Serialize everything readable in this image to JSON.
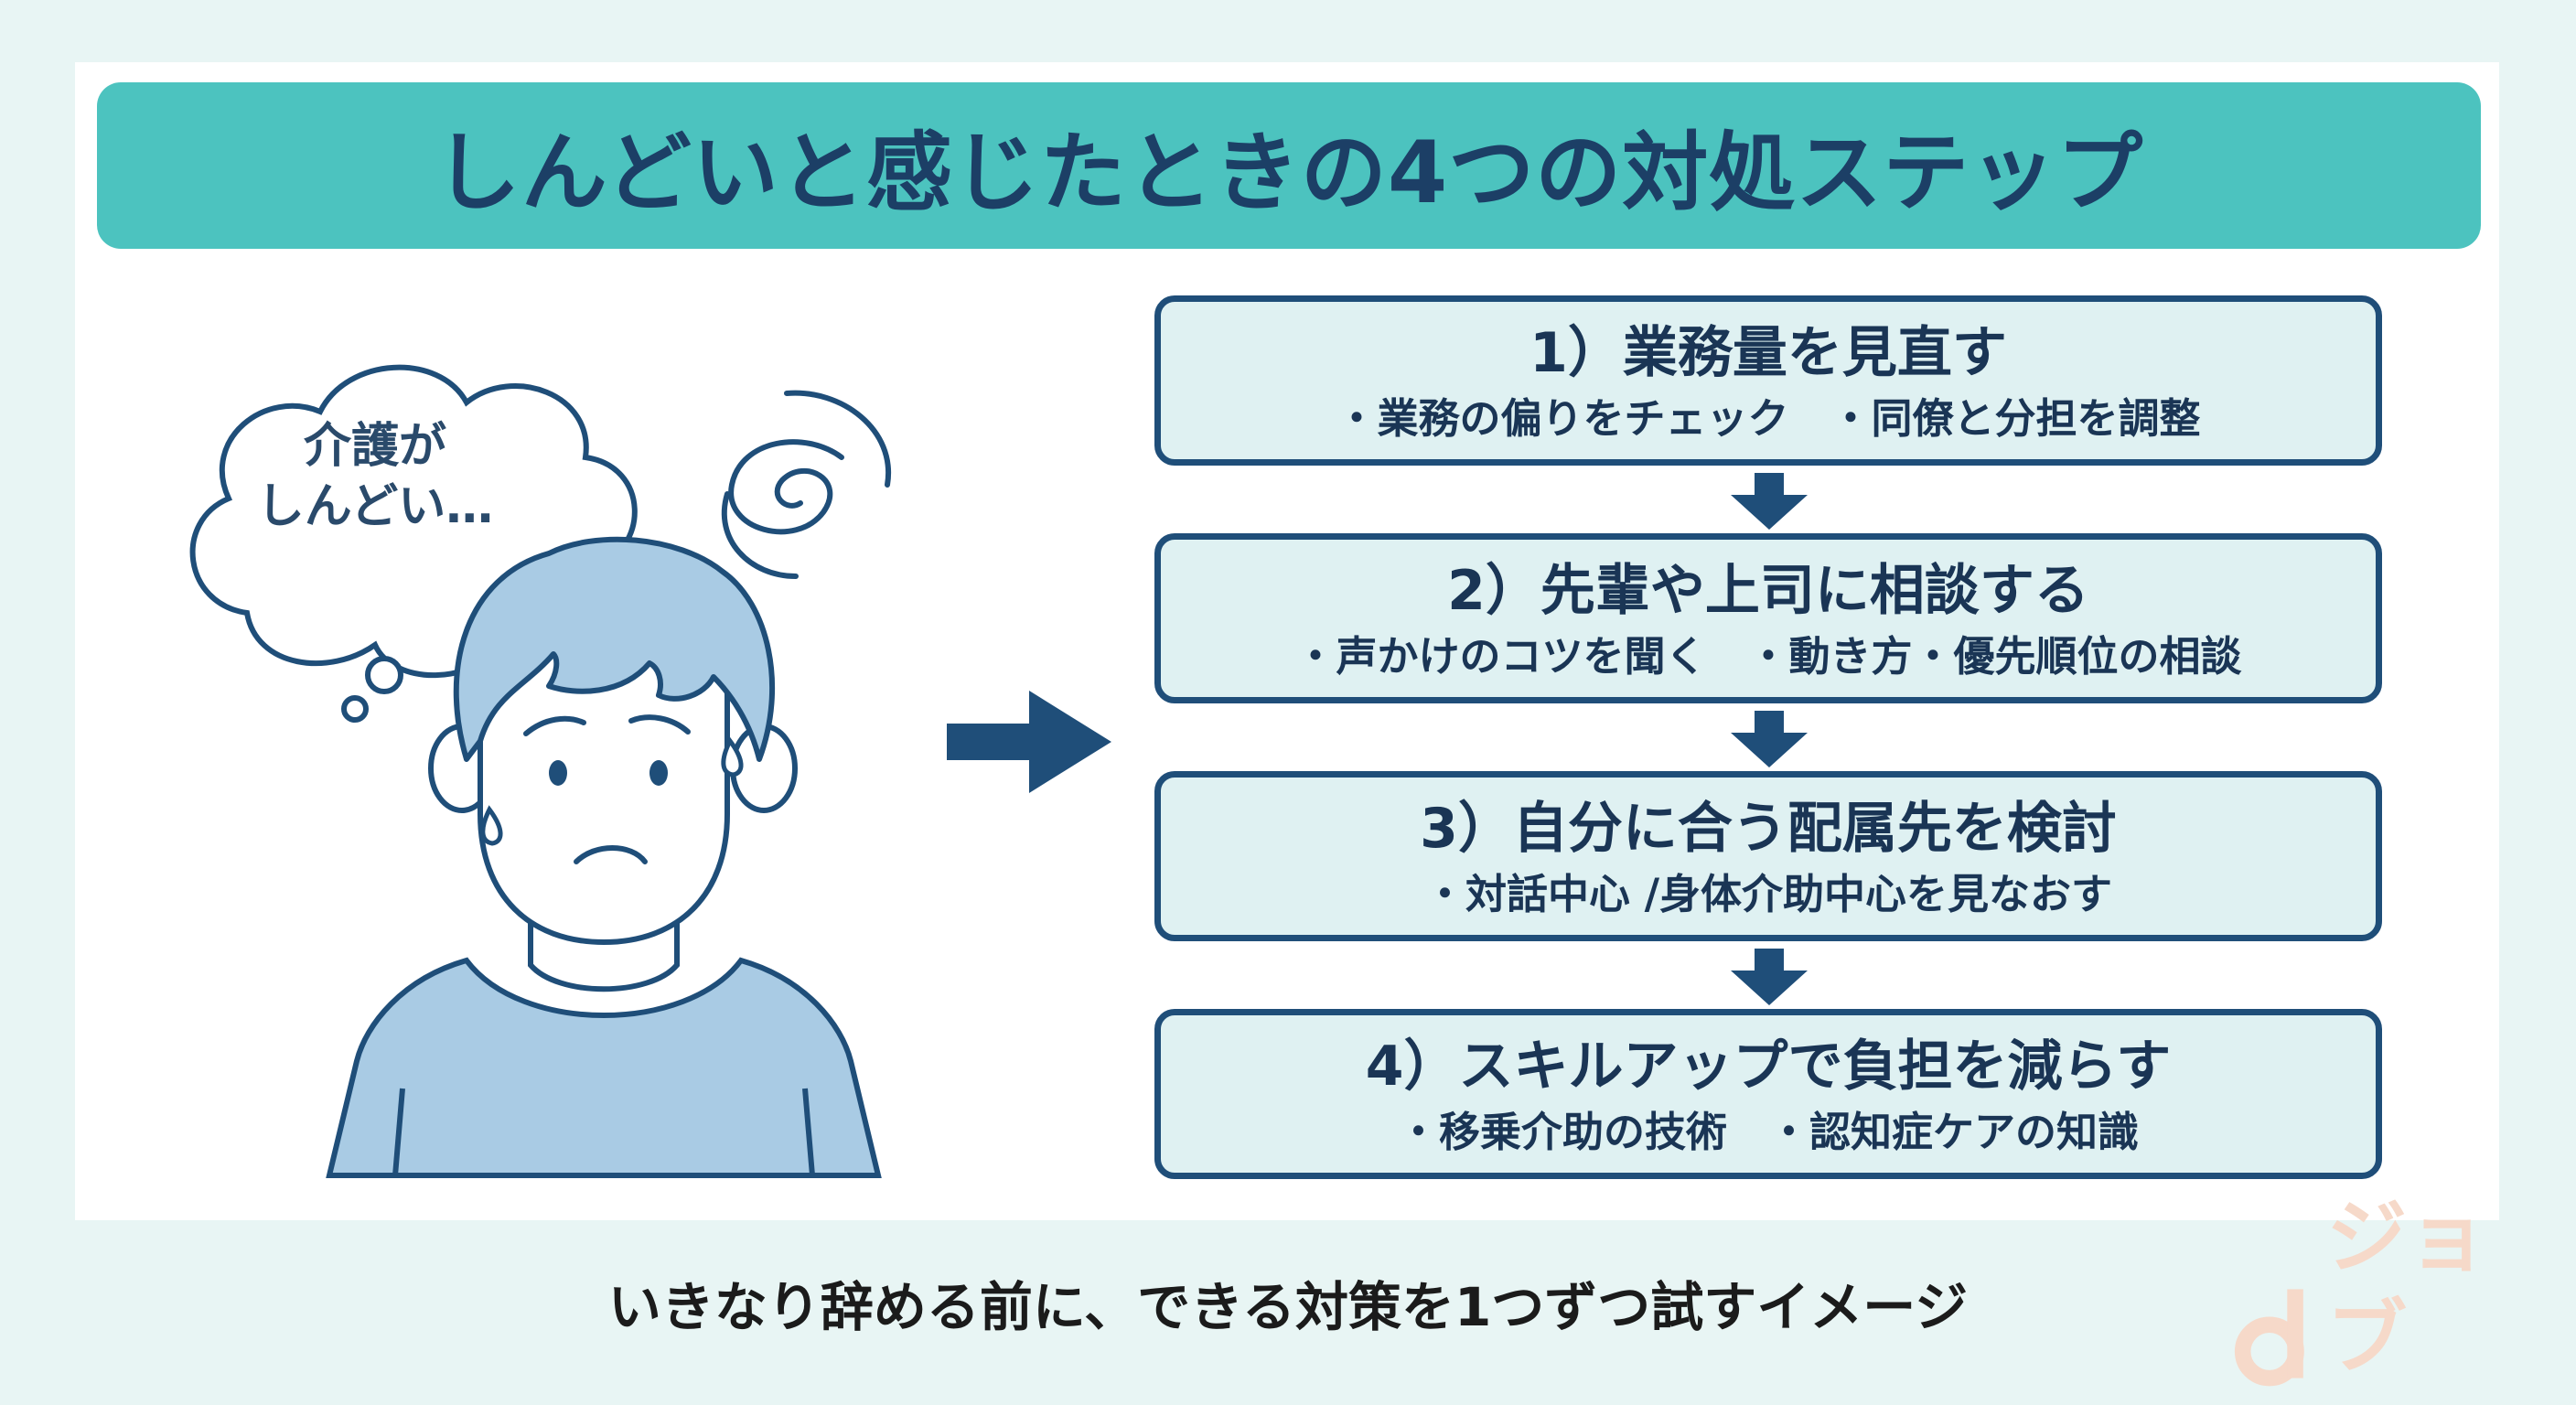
{
  "title": "しんどいと感じたときの4つの対処ステップ",
  "thought_bubble": {
    "line1": "介護が",
    "line2": "しんどい…"
  },
  "steps": [
    {
      "title": "1）業務量を見直す",
      "sub": "・業務の偏りをチェック　・同僚と分担を調整"
    },
    {
      "title": "2）先輩や上司に相談する",
      "sub": "・声かけのコツを聞く　・動き方・優先順位の相談"
    },
    {
      "title": "3）自分に合う配属先を検討",
      "sub": "・対話中心 /身体介助中心を見なおす"
    },
    {
      "title": "4）スキルアップで負担を減らす",
      "sub": "・移乗介助の技術　・認知症ケアの知識"
    }
  ],
  "caption": "いきなり辞める前に、できる対策を1つずつ試すイメージ",
  "watermark": "ジョブ",
  "colors": {
    "banner": "#4cc3bf",
    "navy": "#1f4e79",
    "step_fill": "#dff1f2",
    "person_fill": "#a9cbe4",
    "background": "#e8f5f4",
    "watermark": "#f6d9c9"
  },
  "icons": [
    "thought-bubble-icon",
    "dizzy-swirl-icon",
    "sweat-drop-icon",
    "right-arrow-icon",
    "down-arrow-icon"
  ]
}
